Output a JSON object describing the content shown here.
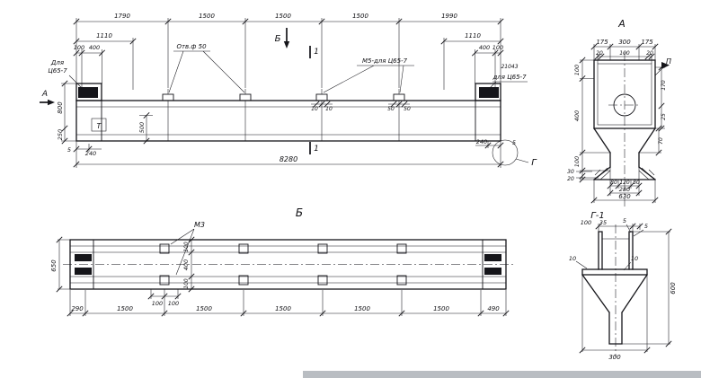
{
  "elevation": {
    "dims_top": [
      "1790",
      "1500",
      "1500",
      "1500",
      "1990"
    ],
    "dim_1110_left": "1110",
    "dim_1110_right": "1110",
    "dim_100_left": "100",
    "dim_400_left": "400",
    "dim_400_right": "400",
    "dim_100_right": "100",
    "callout_left_line1": "Для",
    "callout_left_line2": "Ц65-7",
    "callout_holes": "Отв.ф 50",
    "callout_m5": "М5-для Ц65-7",
    "callout_right_code": "21043",
    "callout_right": "для Ц65-7",
    "mark_b": "Б",
    "mark_1_top": "1",
    "mark_1_bottom": "1",
    "mark_a": "А",
    "mark_t": "Т",
    "dim_800": "800",
    "dim_250": "250",
    "dim_5_left": "5",
    "dim_240_left": "240",
    "dim_500": "500",
    "dim_10_a": "10",
    "dim_10_b": "10",
    "dim_50_a": "50",
    "dim_50_b": "50",
    "dim_total": "8280",
    "dim_240_right": "240",
    "dim_5_right": "5",
    "mark_g": "Г"
  },
  "section_a": {
    "title": "А",
    "dim_175_left": "175",
    "dim_300": "300",
    "dim_175_right": "175",
    "dim_20_left": "20",
    "dim_100_top": "100",
    "dim_20_right": "20",
    "dim_100_upper": "100",
    "dim_400": "400",
    "dim_100_lower": "100",
    "dim_30": "30",
    "dim_20_bottom": "20",
    "flag_p": "П",
    "dim_170": "170",
    "dim_25": "25",
    "dim_70": "70",
    "dim_80_left": "80",
    "dim_120": "120",
    "dim_80_right": "80",
    "dim_280": "280",
    "dim_630": "630"
  },
  "plan": {
    "title": "Б",
    "callout_m3": "М3",
    "dim_650": "650",
    "dim_100_v1": "100",
    "dim_400_v": "400",
    "dim_100_v2": "100",
    "dim_100_h1": "100",
    "dim_100_h2": "100",
    "dims_bottom": [
      "290",
      "1500",
      "1500",
      "1500",
      "1500",
      "1500",
      "490"
    ]
  },
  "detail_g1": {
    "title": "Г-1",
    "dim_100": "100",
    "dim_35": "35",
    "dim_5_a": "5",
    "dim_5_b": "5",
    "dim_10_left": "10",
    "dim_10_right": "10",
    "dim_600": "600",
    "dim_300": "300"
  }
}
